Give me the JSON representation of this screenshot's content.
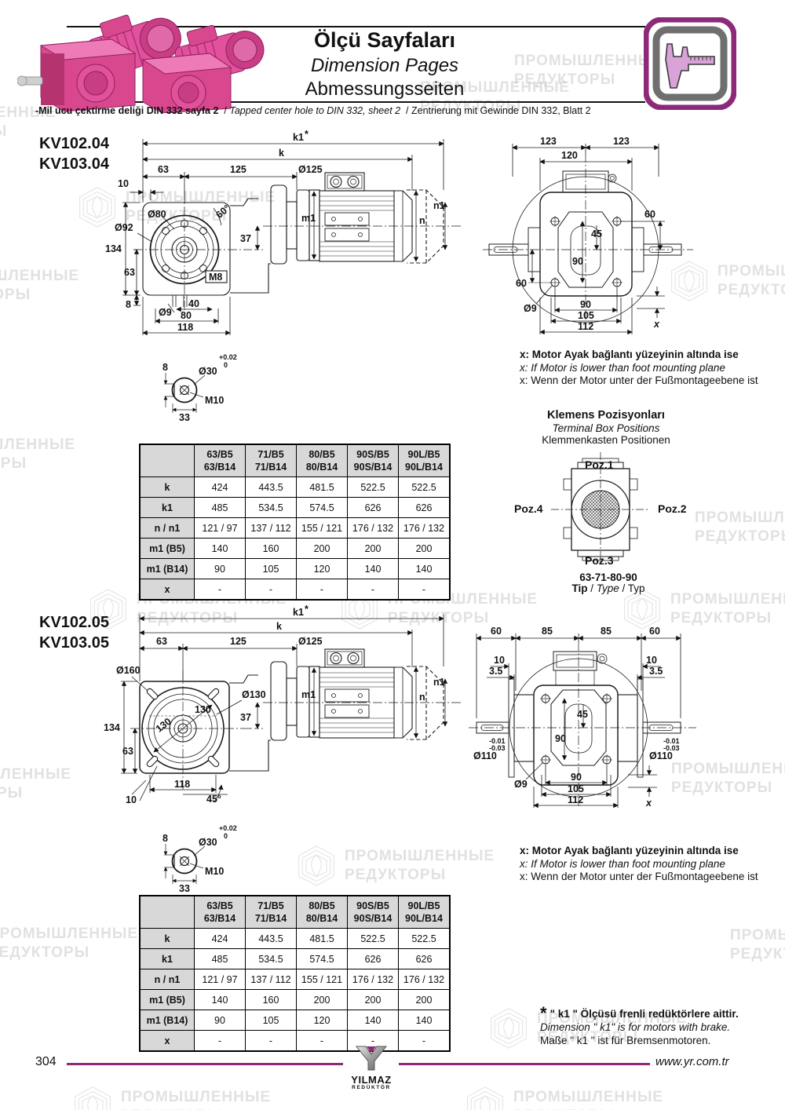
{
  "watermark": {
    "line1": "ПРОМЫШЛЕННЫЕ",
    "line2": "РЕДУКТОРЫ"
  },
  "header": {
    "title_tr": "Ölçü Sayfaları",
    "title_en": "Dimension Pages",
    "title_de": "Abmessungsseiten",
    "subtitle_tr": "-Mil ucu çektirme deliği DIN 332 sayfa 2",
    "sep": "/",
    "subtitle_en": "Tapped center hole to DIN 332, sheet 2",
    "subtitle_de": "Zentrierung mit Gewinde DIN 332, Blatt 2"
  },
  "s1": {
    "model_a": "KV102.04",
    "model_b": "KV103.04",
    "front": {
      "k1": "k1",
      "star": "*",
      "k": "k",
      "len63": "63",
      "len125": "125",
      "dia125": "Ø125",
      "len10": "10",
      "dia80": "Ø80",
      "dia92": "Ø92",
      "ang60": "60°",
      "len134": "134",
      "len37": "37",
      "m1": "m1",
      "len63b": "63",
      "m8": "M8",
      "len8": "8",
      "dia9": "Ø9",
      "len40": "40",
      "len80": "80",
      "len118": "118",
      "n1": "n1",
      "n": "n"
    },
    "rear": {
      "len123a": "123",
      "len123b": "123",
      "len120": "120",
      "len60r": "60",
      "len45": "45",
      "len90": "90",
      "len60l": "60",
      "dia9": "Ø9",
      "len90b": "90",
      "len105": "105",
      "len112": "112",
      "x": "x"
    },
    "shaft": {
      "len8": "8",
      "tolp": "+0.02",
      "tol0": "0",
      "dia30": "Ø30",
      "m10": "M10",
      "len33": "33"
    },
    "x_note_tr": "x: Motor Ayak bağlantı yüzeyinin altında ise",
    "x_note_en": "x: If Motor is lower than foot mounting plane",
    "x_note_de": "x: Wenn der Motor unter der Fußmontageebene ist",
    "terminal": {
      "title_tr": "Klemens Pozisyonları",
      "title_en": "Terminal Box Positions",
      "title_de": "Klemmenkasten Positionen",
      "poz1": "Poz.1",
      "poz2": "Poz.2",
      "poz3": "Poz.3",
      "poz4": "Poz.4",
      "sizes": "63-71-80-90",
      "tip_tr": "Tip",
      "tip_en": "Type",
      "tip_de": "Typ",
      "tip_sep": "/"
    },
    "table": {
      "col_headers": [
        {
          "l1": "63/B5",
          "l2": "63/B14"
        },
        {
          "l1": "71/B5",
          "l2": "71/B14"
        },
        {
          "l1": "80/B5",
          "l2": "80/B14"
        },
        {
          "l1": "90S/B5",
          "l2": "90S/B14"
        },
        {
          "l1": "90L/B5",
          "l2": "90L/B14"
        }
      ],
      "rows": [
        {
          "label": "k",
          "values": [
            "424",
            "443.5",
            "481.5",
            "522.5",
            "522.5"
          ]
        },
        {
          "label": "k1",
          "values": [
            "485",
            "534.5",
            "574.5",
            "626",
            "626"
          ]
        },
        {
          "label": "n / n1",
          "values": [
            "121 / 97",
            "137 / 112",
            "155 / 121",
            "176 / 132",
            "176 / 132"
          ]
        },
        {
          "label": "m1 (B5)",
          "values": [
            "140",
            "160",
            "200",
            "200",
            "200"
          ]
        },
        {
          "label": "m1 (B14)",
          "values": [
            "90",
            "105",
            "120",
            "140",
            "140"
          ]
        },
        {
          "label": "x",
          "values": [
            "-",
            "-",
            "-",
            "-",
            "-"
          ]
        }
      ]
    }
  },
  "s2": {
    "model_a": "KV102.05",
    "model_b": "KV103.05",
    "front": {
      "k1": "k1",
      "star": "*",
      "k": "k",
      "len63": "63",
      "len125": "125",
      "dia125": "Ø125",
      "dia160": "Ø160",
      "dia130": "Ø130",
      "len130a": "130",
      "len130b": "130",
      "len37": "37",
      "m1": "m1",
      "len134": "134",
      "len63b": "63",
      "len118": "118",
      "len10": "10",
      "ang45": "45°",
      "n1": "n1",
      "n": "n"
    },
    "rear": {
      "len60l": "60",
      "len85l": "85",
      "len85r": "85",
      "len60r": "60",
      "len10l": "10",
      "len35l": "3.5",
      "len10r": "10",
      "len35r": "3.5",
      "len45": "45",
      "len90": "90",
      "dia110l": "Ø110",
      "tol01l": "-0.01",
      "tol03l": "-0.03",
      "dia110r": "Ø110",
      "tol01r": "-0.01",
      "tol03r": "-0.03",
      "dia9": "Ø9",
      "len90b": "90",
      "len105": "105",
      "len112": "112",
      "x": "x"
    },
    "shaft": {
      "len8": "8",
      "tolp": "+0.02",
      "tol0": "0",
      "dia30": "Ø30",
      "m10": "M10",
      "len33": "33"
    },
    "x_note_tr": "x: Motor Ayak bağlantı yüzeyinin altında ise",
    "x_note_en": "x: If Motor is lower than foot mounting plane",
    "x_note_de": "x: Wenn der Motor unter der Fußmontageebene ist",
    "k1_note": {
      "star": "*",
      "line_tr": "\" k1 \" Ölçüsü frenli redüktörlere aittir.",
      "line_en": "Dimension \" k1\" is for motors with brake.",
      "line_de": "Maße \" k1 \" ist für Bremsenmotoren."
    },
    "table": {
      "col_headers": [
        {
          "l1": "63/B5",
          "l2": "63/B14"
        },
        {
          "l1": "71/B5",
          "l2": "71/B14"
        },
        {
          "l1": "80/B5",
          "l2": "80/B14"
        },
        {
          "l1": "90S/B5",
          "l2": "90S/B14"
        },
        {
          "l1": "90L/B5",
          "l2": "90L/B14"
        }
      ],
      "rows": [
        {
          "label": "k",
          "values": [
            "424",
            "443.5",
            "481.5",
            "522.5",
            "522.5"
          ]
        },
        {
          "label": "k1",
          "values": [
            "485",
            "534.5",
            "574.5",
            "626",
            "626"
          ]
        },
        {
          "label": "n / n1",
          "values": [
            "121 / 97",
            "137 / 112",
            "155 / 121",
            "176 / 132",
            "176 / 132"
          ]
        },
        {
          "label": "m1 (B5)",
          "values": [
            "140",
            "160",
            "200",
            "200",
            "200"
          ]
        },
        {
          "label": "m1 (B14)",
          "values": [
            "90",
            "105",
            "120",
            "140",
            "140"
          ]
        },
        {
          "label": "x",
          "values": [
            "-",
            "-",
            "-",
            "-",
            "-"
          ]
        }
      ]
    }
  },
  "footer": {
    "page": "304",
    "url": "www.yr.com.tr",
    "logo_name": "YILMAZ",
    "logo_sub": "REDÜKTÖR"
  },
  "colors": {
    "accent_magenta": "#8e2878",
    "pink_body": "#d9488f",
    "table_header_bg": "#d8d8d8"
  }
}
